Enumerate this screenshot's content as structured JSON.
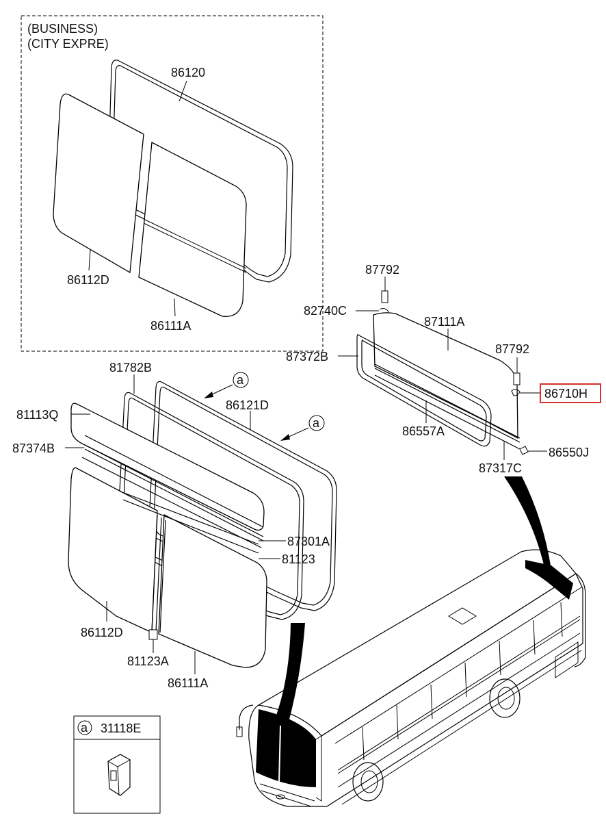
{
  "business_box": {
    "heading_line1": "(BUSINESS)",
    "heading_line2": "(CITY EXPRE)"
  },
  "parts": {
    "p86120": "86120",
    "p86112D_top": "86112D",
    "p86111A_top": "86111A",
    "p87792_a": "87792",
    "p82740C": "82740C",
    "p87111A": "87111A",
    "p87372B": "87372B",
    "p87792_b": "87792",
    "p86710H": "86710H",
    "p86557A": "86557A",
    "p86550J": "86550J",
    "p87317C": "87317C",
    "p81782B": "81782B",
    "p86121D": "86121D",
    "p81113Q": "81113Q",
    "p87374B": "87374B",
    "p87301A": "87301A",
    "p81123": "81123",
    "p86112D_bot": "86112D",
    "p81123A": "81123A",
    "p86111A_bot": "86111A"
  },
  "callout": {
    "letter": "a",
    "part": "31118E"
  },
  "highlight_color": "#d9302c"
}
